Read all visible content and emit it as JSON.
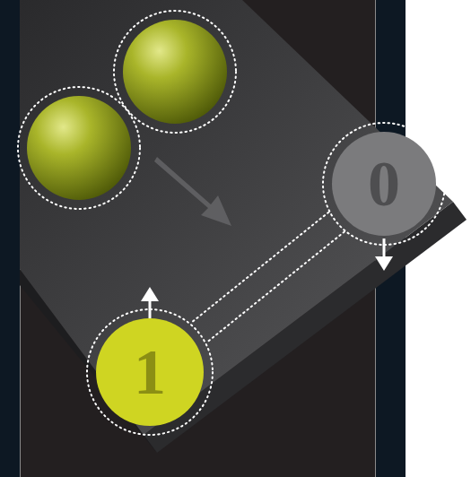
{
  "diagram": {
    "nodes": [
      {
        "text": [
          "0"
        ]
      },
      {
        "text": [
          "1"
        ]
      }
    ],
    "edges": [
      {
        "from": 0,
        "to": 1,
        "arrow": "none"
      }
    ]
  }
}
